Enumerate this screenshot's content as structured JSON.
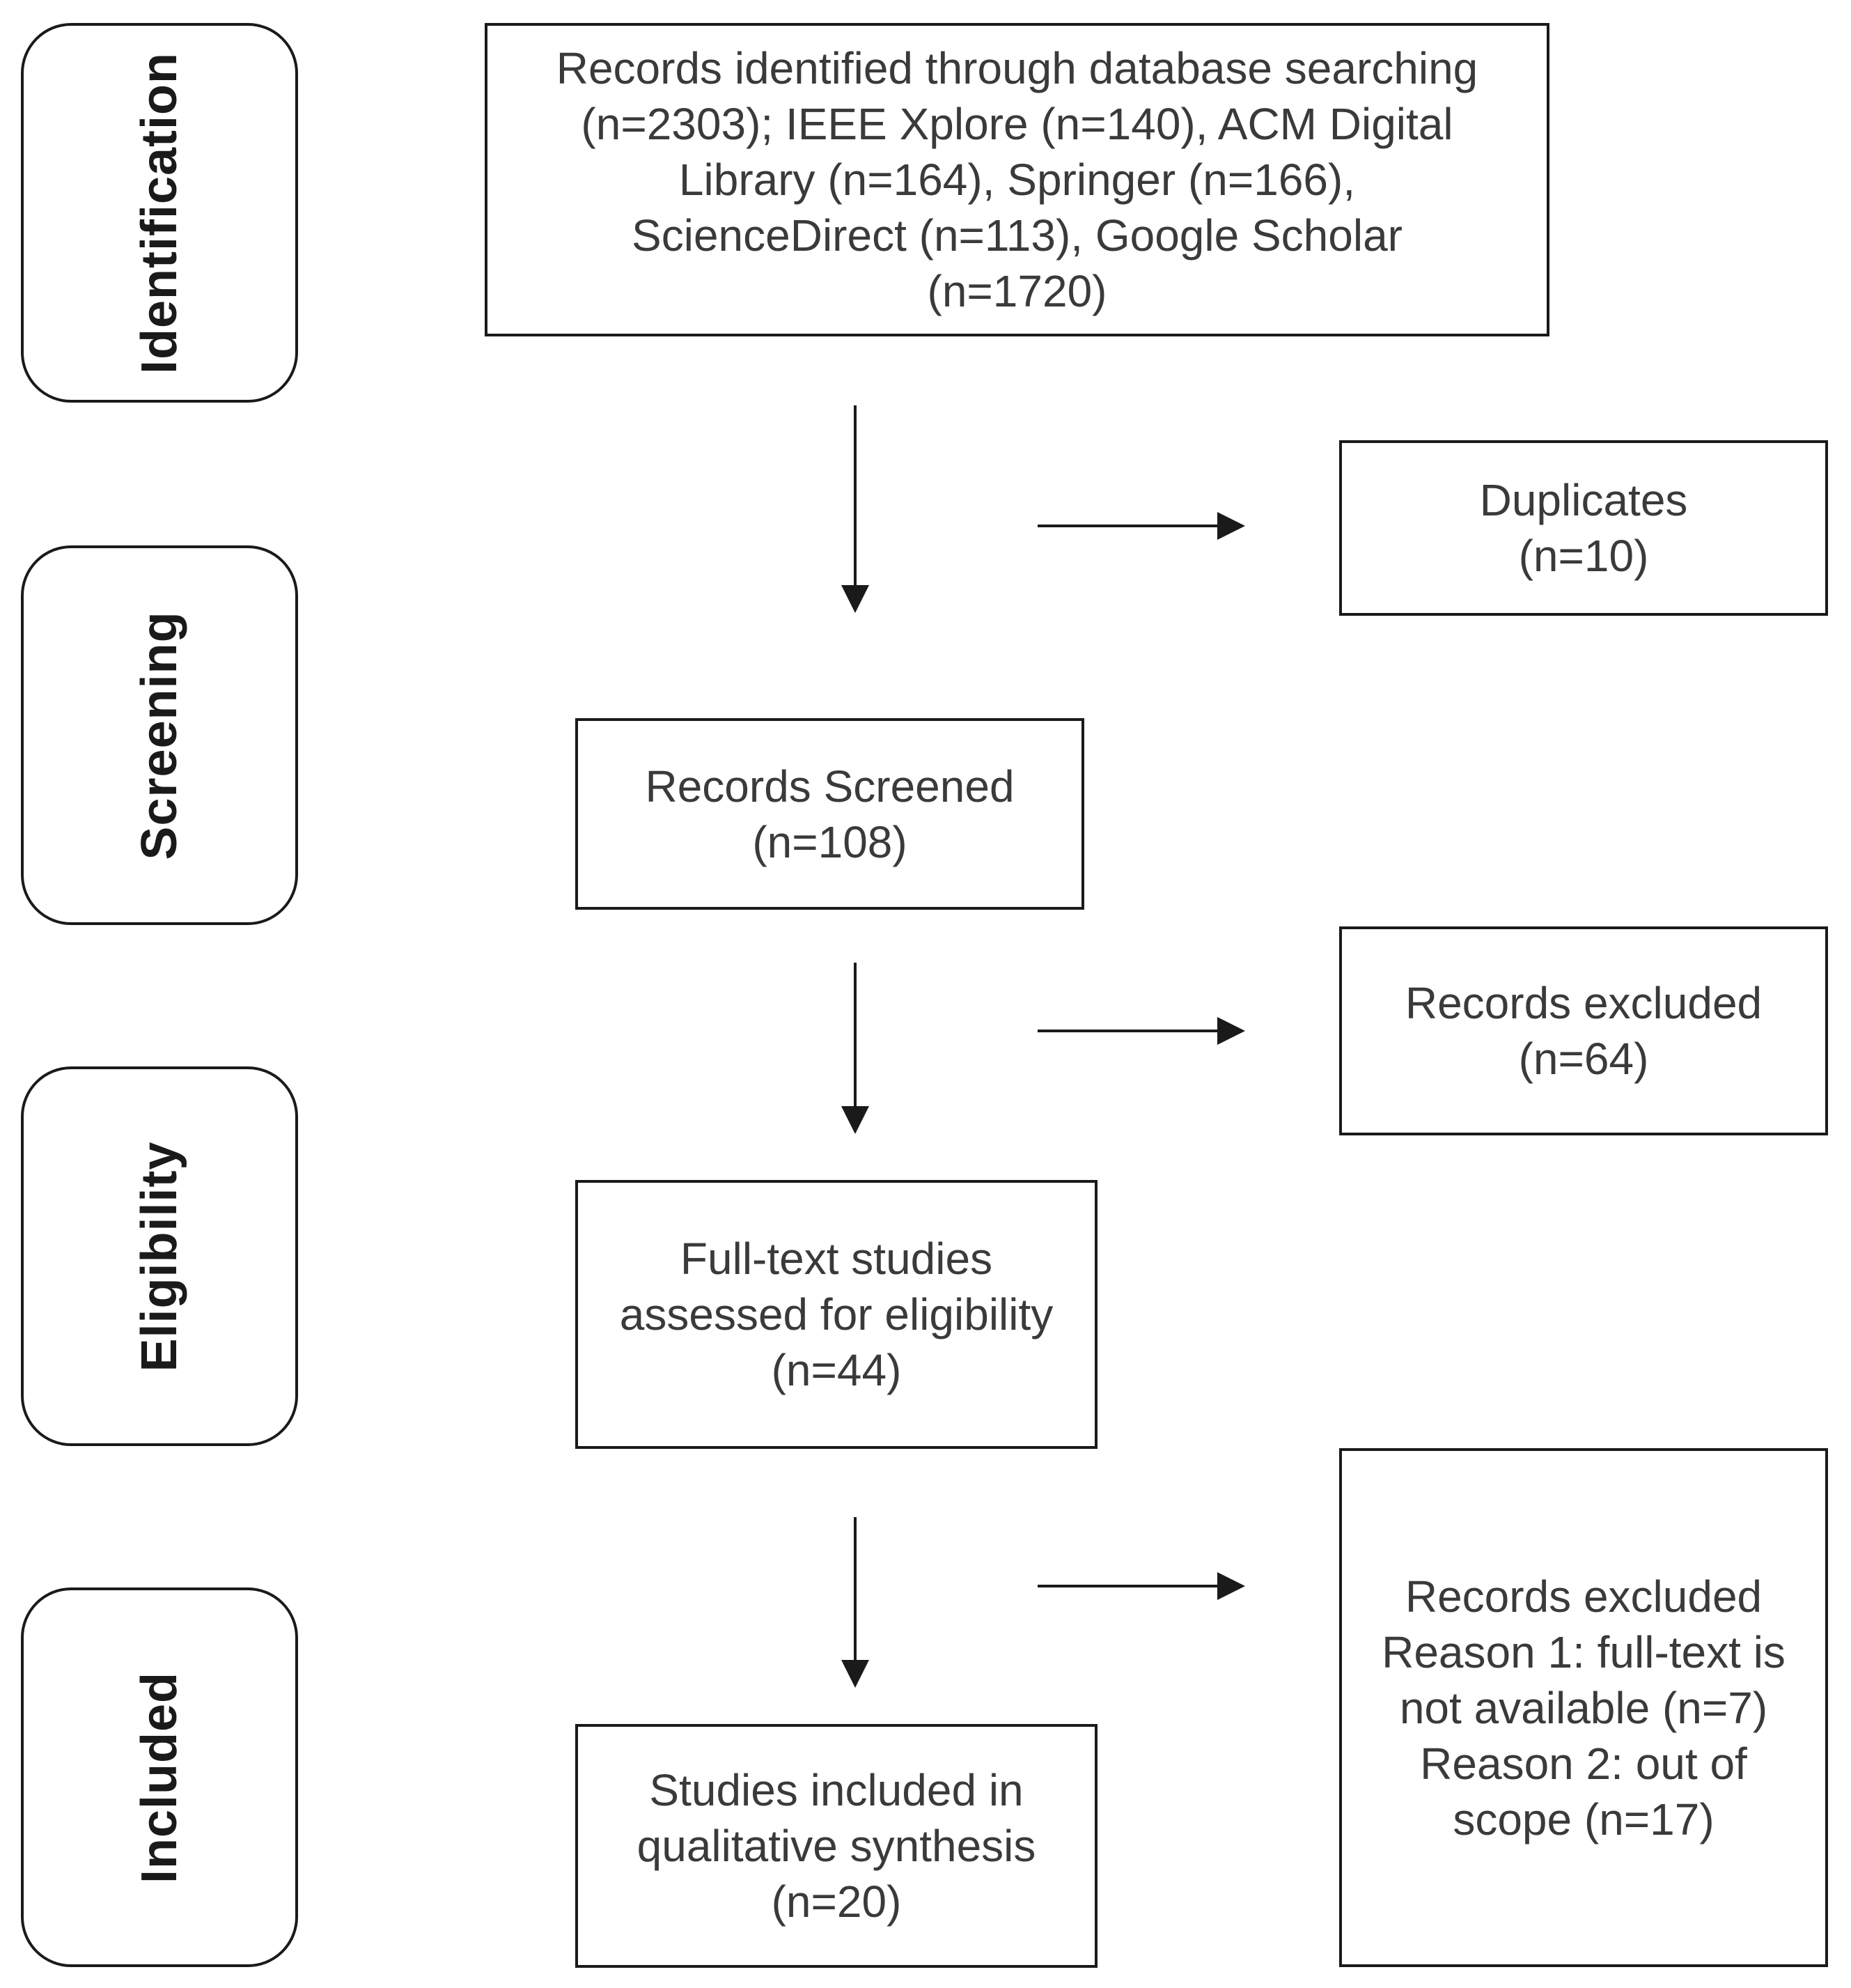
{
  "phases": {
    "identification": "Identification",
    "screening": "Screening",
    "eligibility": "Eligibility",
    "included": "Included"
  },
  "boxes": {
    "records_identified": "Records identified through database searching\n(n=2303); IEEE Xplore (n=140), ACM Digital\nLibrary (n=164), Springer (n=166),\nScienceDirect (n=113), Google Scholar\n(n=1720)",
    "duplicates": "Duplicates\n(n=10)",
    "records_screened": "Records Screened\n(n=108)",
    "records_excluded_1": "Records excluded\n(n=64)",
    "full_text_assessed": "Full-text studies\nassessed for eligibility\n(n=44)",
    "records_excluded_2": "Records excluded\nReason 1: full-text is\nnot available (n=7)\nReason 2: out of\nscope (n=17)",
    "studies_included": "Studies included in\nqualitative synthesis\n(n=20)"
  },
  "colors": {
    "border": "#1a1a1a",
    "text": "#3a3a3a",
    "background": "#ffffff"
  }
}
